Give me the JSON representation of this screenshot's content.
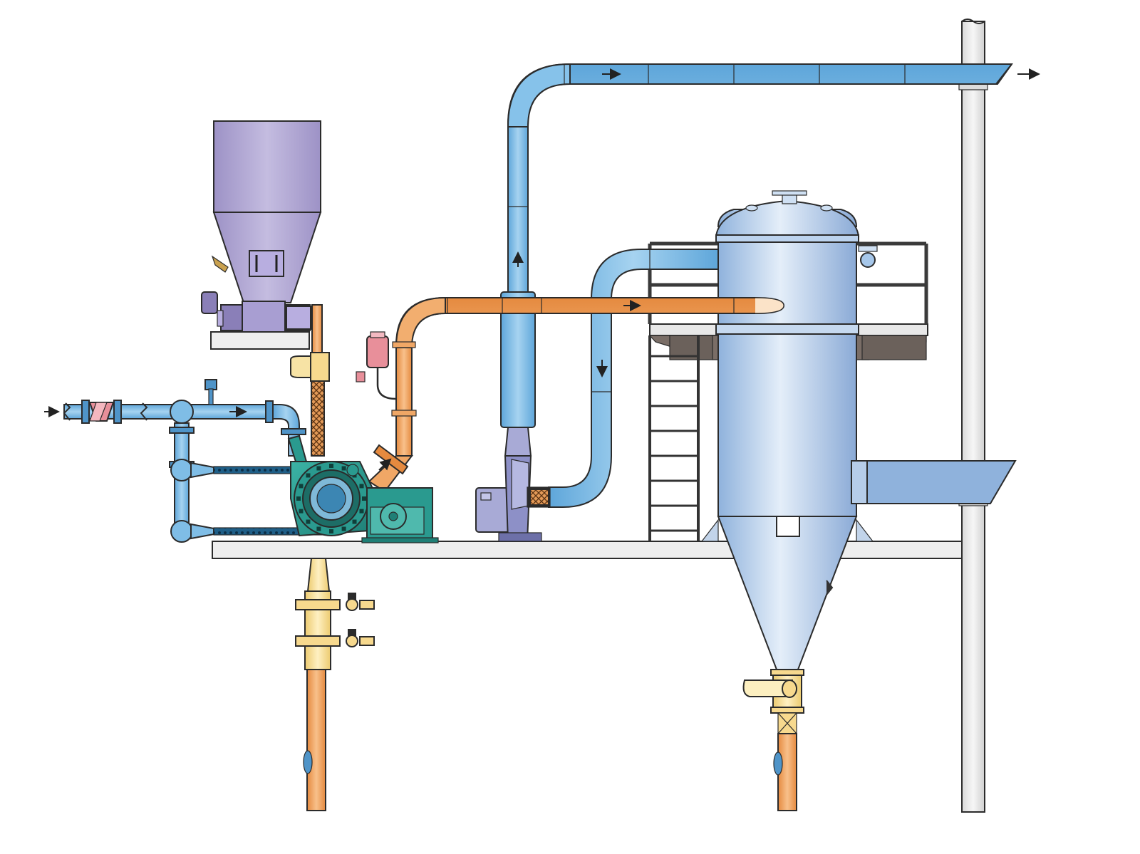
{
  "diagram": {
    "colors": {
      "air_duct": "#7fbde6",
      "air_duct_dark": "#4f94c8",
      "product_pipe": "#f0a766",
      "feed_pipe": "#f7d98e",
      "hopper": "#b0a6d0",
      "hopper_dark": "#8a7fb8",
      "mill": "#2a9a8f",
      "vessel_light": "#dce8f6",
      "vessel_mid": "#9fbfe4",
      "platform": "#eeeeee",
      "railing": "#3a3a3a",
      "red_fitting": "#e88f9a",
      "structure": "#e8e8e8"
    },
    "components": [
      {
        "id": "feed-hopper",
        "icon": "hopper-icon"
      },
      {
        "id": "screw-feeder",
        "icon": "screw-feeder-icon"
      },
      {
        "id": "air-inlet-line",
        "icon": "pipe-icon"
      },
      {
        "id": "mill",
        "icon": "mill-icon"
      },
      {
        "id": "mill-motor",
        "icon": "motor-icon"
      },
      {
        "id": "classifier-fan",
        "icon": "fan-icon"
      },
      {
        "id": "cyclone-separator",
        "icon": "cyclone-icon"
      },
      {
        "id": "product-outlet-valves",
        "icon": "valve-icon"
      },
      {
        "id": "exhaust-duct",
        "icon": "duct-icon"
      },
      {
        "id": "support-column",
        "icon": "column-icon"
      },
      {
        "id": "service-platform",
        "icon": "platform-icon"
      },
      {
        "id": "access-ladder",
        "icon": "ladder-icon"
      }
    ],
    "flow_arrows": [
      "inlet-arrow",
      "air-line-arrow",
      "exhaust-top-arrow",
      "exhaust-out-arrow",
      "riser-up-arrow",
      "return-down-arrow",
      "product-line-arrow",
      "mill-outlet-arrow"
    ]
  }
}
